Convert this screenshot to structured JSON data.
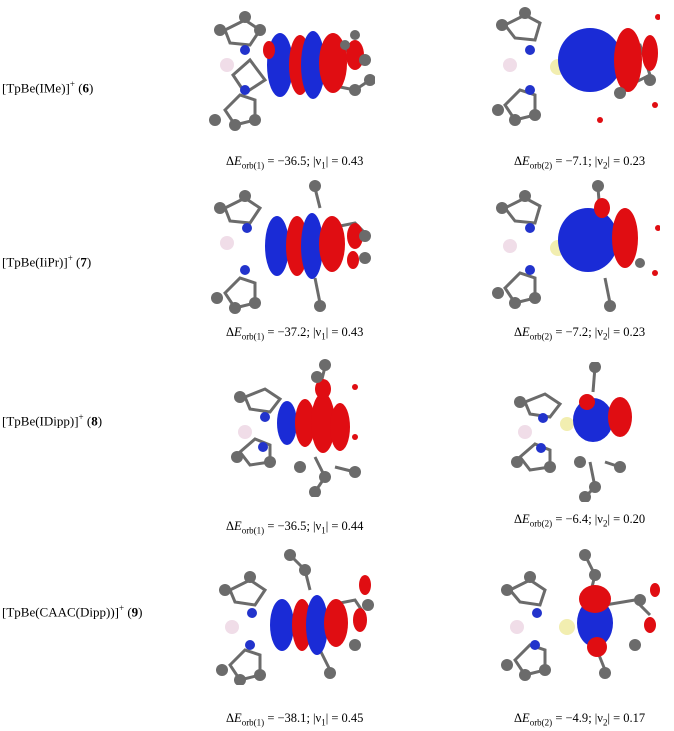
{
  "rows": [
    {
      "label_main": "[TpBe(IMe)]",
      "label_sup": "+",
      "label_num": "6",
      "cap1": {
        "e_sub": "orb(1)",
        "e_val": "−36.5",
        "v_sub": "1",
        "v_val": "0.43"
      },
      "cap2": {
        "e_sub": "orb(2)",
        "e_val": "−7.1",
        "v_sub": "2",
        "v_val": "0.23"
      }
    },
    {
      "label_main": "[TpBe(IiPr)]",
      "label_sup": "+",
      "label_num": "7",
      "cap1": {
        "e_sub": "orb(1)",
        "e_val": "−37.2",
        "v_sub": "1",
        "v_val": "0.43"
      },
      "cap2": {
        "e_sub": "orb(2)",
        "e_val": "−7.2",
        "v_sub": "2",
        "v_val": "0.23"
      }
    },
    {
      "label_main": "[TpBe(IDipp)]",
      "label_sup": "+",
      "label_num": "8",
      "cap1": {
        "e_sub": "orb(1)",
        "e_val": "−36.5",
        "v_sub": "1",
        "v_val": "0.44"
      },
      "cap2": {
        "e_sub": "orb(2)",
        "e_val": "−6.4",
        "v_sub": "2",
        "v_val": "0.20"
      }
    },
    {
      "label_main": "[TpBe(CAAC(Dipp))]",
      "label_sup": "+",
      "label_num": "9",
      "cap1": {
        "e_sub": "orb(1)",
        "e_val": "−38.1",
        "v_sub": "1",
        "v_val": "0.45"
      },
      "cap2": {
        "e_sub": "orb(2)",
        "e_val": "−4.9",
        "v_sub": "2",
        "v_val": "0.17"
      }
    }
  ],
  "colors": {
    "positive_lobe": "#1a2bd6",
    "negative_lobe": "#e00d12",
    "carbon": "#6b6b6b",
    "nitrogen": "#2233cc",
    "boron": "#f0dde8",
    "beryllium": "#f2eeb0"
  }
}
